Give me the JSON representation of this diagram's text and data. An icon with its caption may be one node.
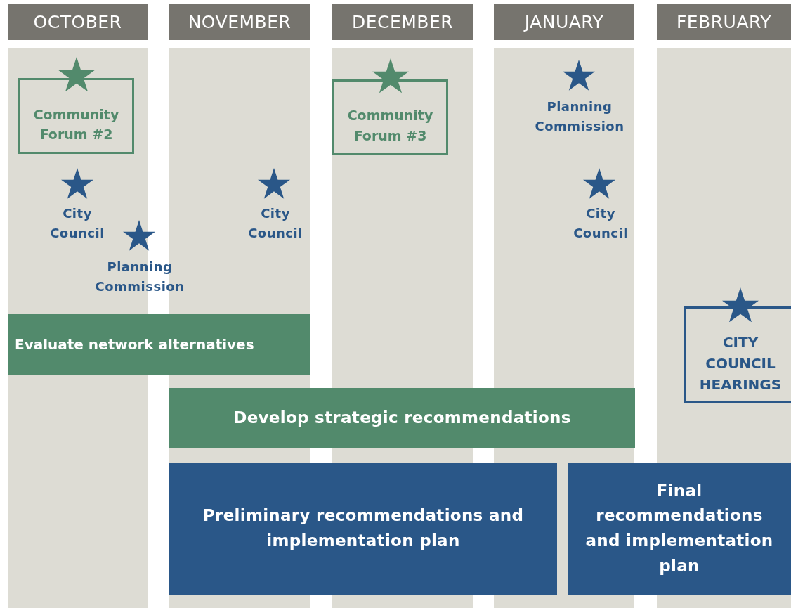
{
  "diagram": {
    "nodes": [
      {
        "text": [
          "OCTOBER"
        ]
      },
      {
        "text": [
          "NOVEMBER"
        ]
      },
      {
        "text": [
          "DECEMBER"
        ]
      },
      {
        "text": [
          "JANUARY"
        ]
      },
      {
        "text": [
          "FEBRUARY"
        ]
      },
      {
        "text": [
          "Community Forum #2"
        ]
      },
      {
        "text": [
          "Community Forum #3"
        ]
      },
      {
        "text": [
          "CITY COUNCIL HEARINGS"
        ]
      },
      {
        "text": [
          "Evaluate network alternatives"
        ]
      },
      {
        "text": [
          "Develop strategic recommendations"
        ]
      },
      {
        "text": [
          "Preliminary recommendations and implementation plan"
        ]
      },
      {
        "text": [
          "Final recommendations and implementation plan"
        ]
      }
    ],
    "labels": [
      "Planning Commission",
      "City Council",
      "City Council",
      "City Council",
      "Planning Commission"
    ]
  }
}
